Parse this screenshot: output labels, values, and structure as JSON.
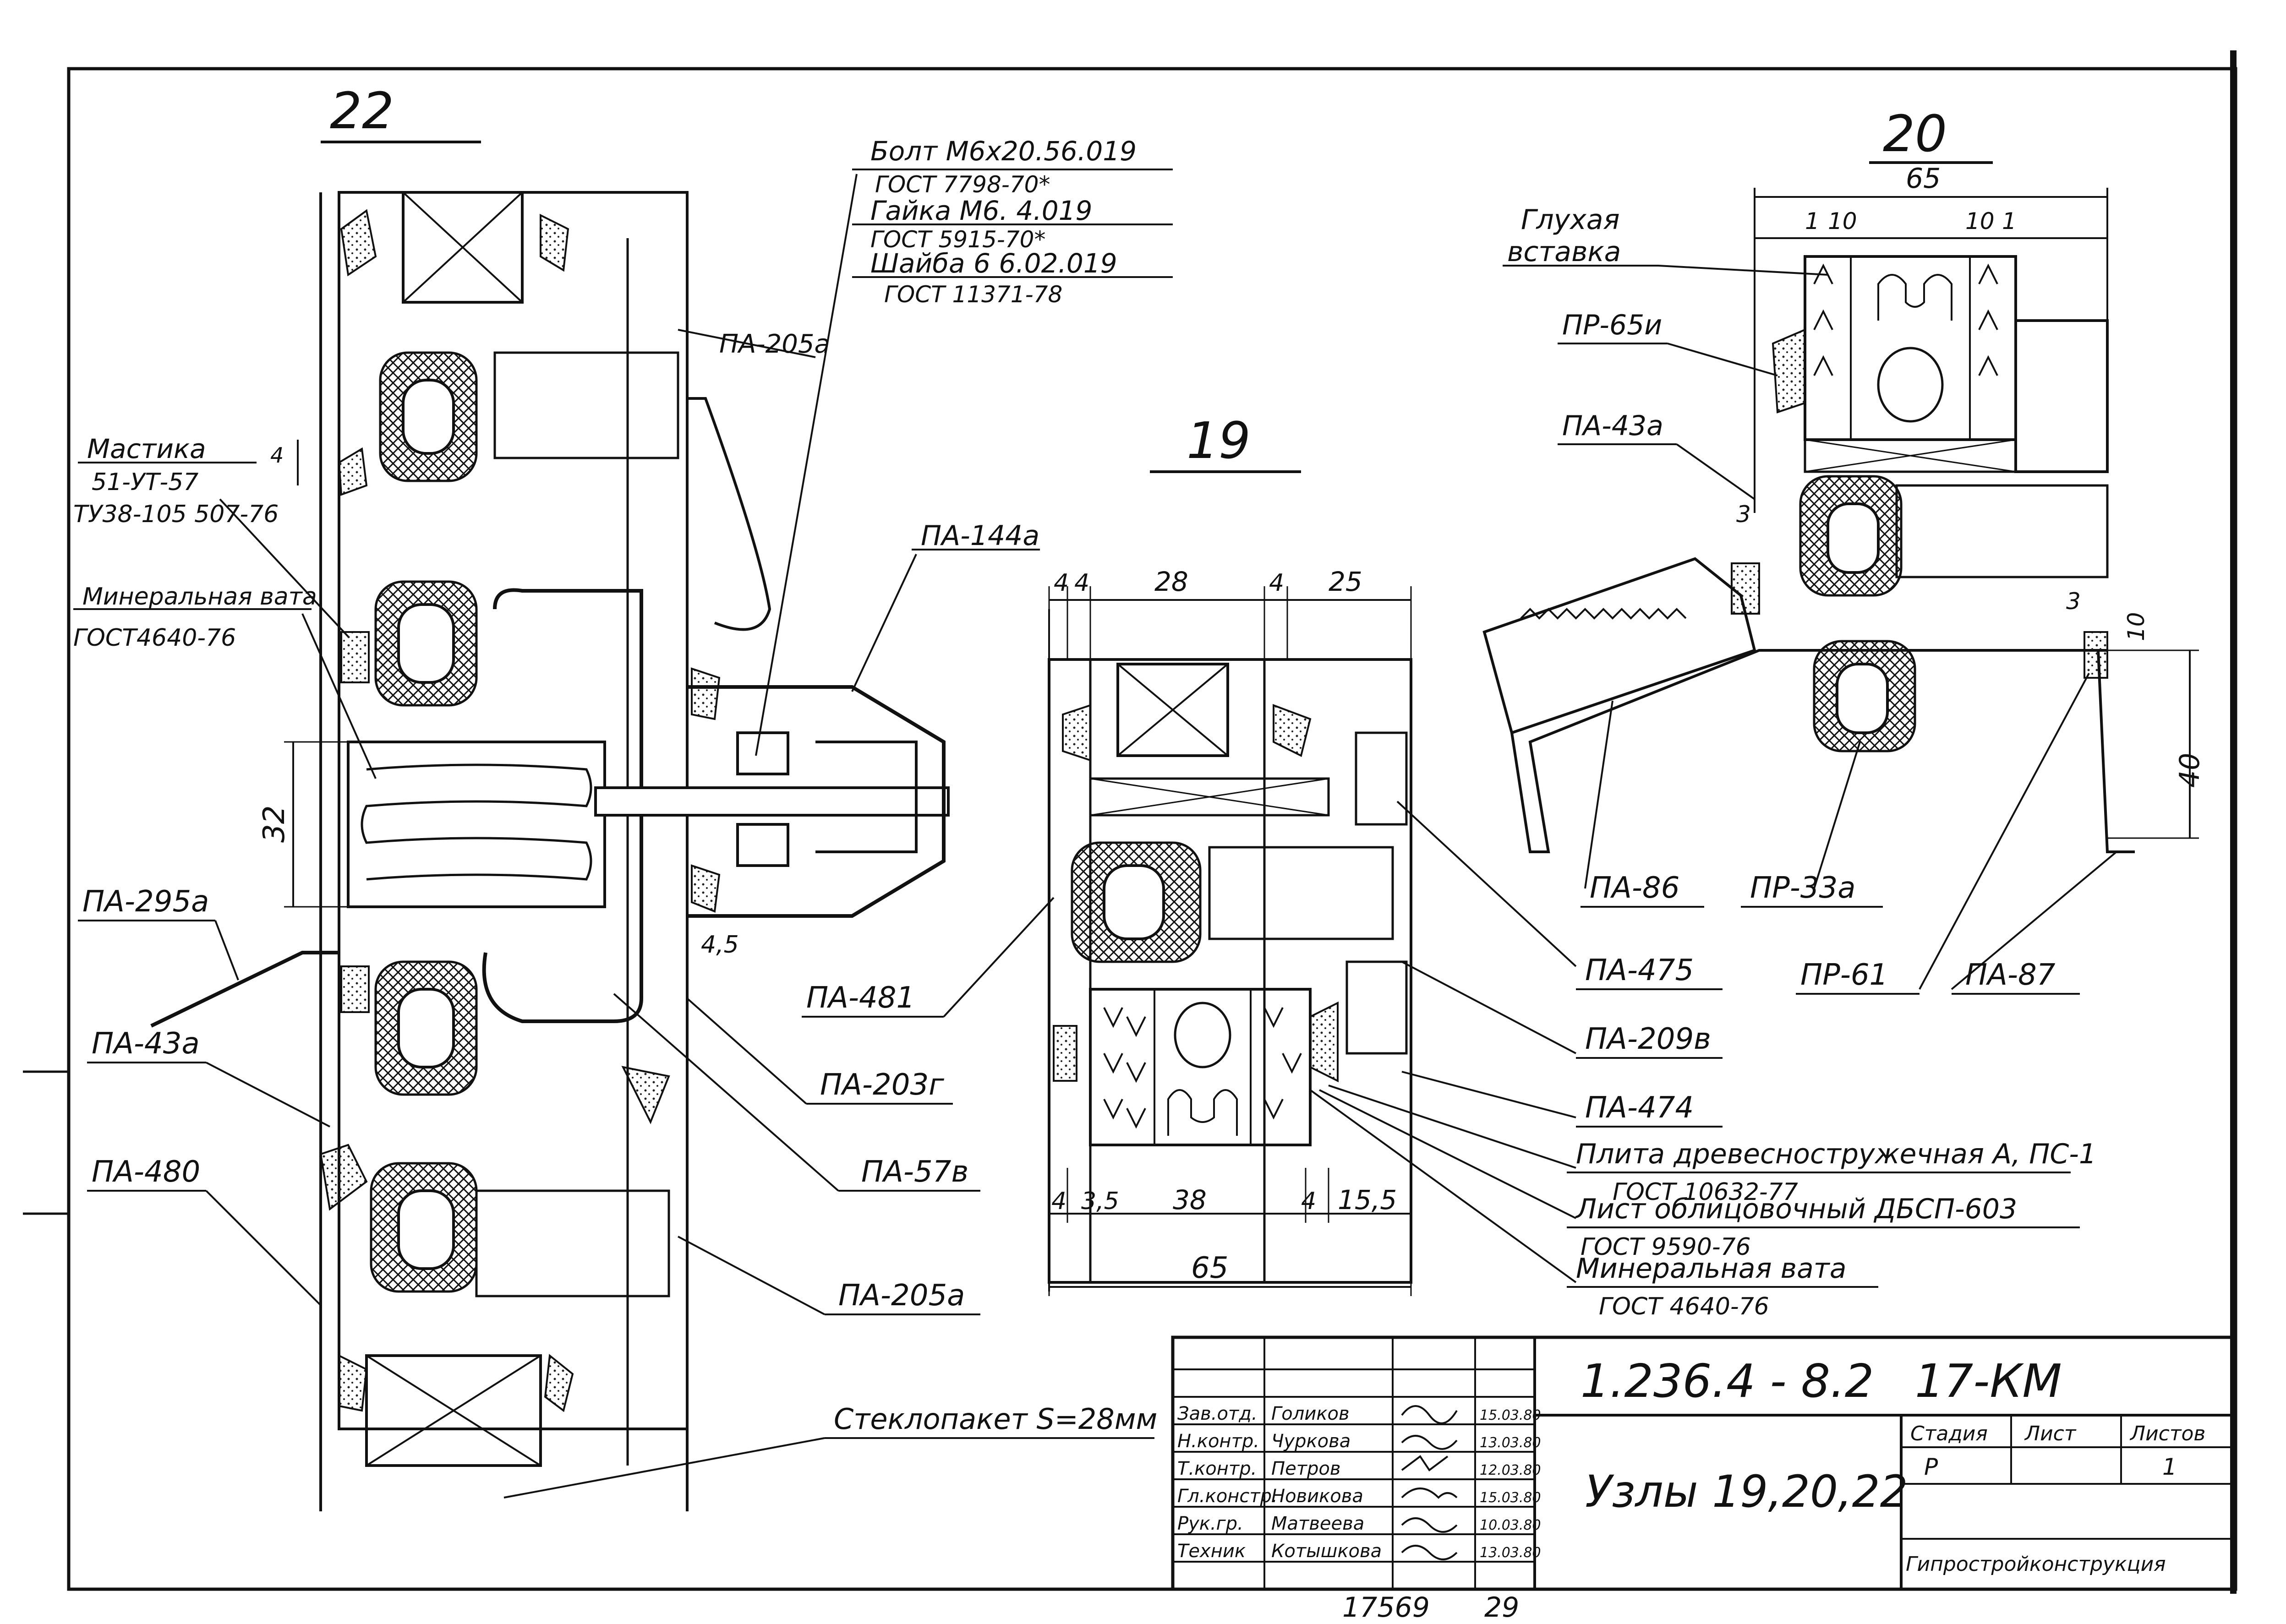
{
  "views": {
    "node22": "22",
    "node19": "19",
    "node20": "20"
  },
  "bolt_spec": [
    "Болт М6х20.56.019",
    "ГОСТ 7798-70*",
    "Гайка М6. 4.019",
    "ГОСТ 5915-70*",
    "Шайба 6 6.02.019",
    "ГОСТ 11371-78"
  ],
  "node22_labels": {
    "mastic": [
      "Мастика",
      "51-УТ-57",
      "ТУ38-105 507-76"
    ],
    "mineral_wool": [
      "Минеральная вата",
      "ГОСТ4640-76"
    ],
    "pa205a_top": "ПА-205а",
    "pa144a": "ПА-144а",
    "pa295a": "ПА-295а",
    "pa43a": "ПА-43а",
    "pa480": "ПА-480",
    "pa481": "ПА-481",
    "pa203g": "ПА-203г",
    "pa57v": "ПА-57в",
    "pa205a_bottom": "ПА-205а",
    "glass_unit": "Стеклопакет S=28мм",
    "dim_32": "32",
    "dim_45": "4,5",
    "dim_4": "4"
  },
  "node19_labels": {
    "dim_top": [
      "4",
      "4",
      "28",
      "4",
      "25"
    ],
    "dim_bottom": [
      "4",
      "3,5",
      "38",
      "4",
      "15,5"
    ],
    "dim_total": "65",
    "pa475": "ПА-475",
    "pa209v": "ПА-209в",
    "pa474": "ПА-474",
    "chipboard": [
      "Плита древесностружечная А, ПС-1",
      "ГОСТ 10632-77"
    ],
    "facing_sheet": [
      "Лист облицовочный ДБСП-603",
      "ГОСТ 9590-76"
    ],
    "mineral_wool": [
      "Минеральная вата",
      "ГОСТ 4640-76"
    ]
  },
  "node20_labels": {
    "dim_65": "65",
    "dim_top": [
      "1",
      "10",
      "10",
      "1"
    ],
    "blind_insert": [
      "Глухая",
      "вставка"
    ],
    "pr65i": "ПР-65и",
    "pa43a": "ПА-43а",
    "dim_3a": "3",
    "dim_3b": "3",
    "dim_10": "10",
    "dim_40": "40",
    "pa86": "ПА-86",
    "pr33a": "ПР-33а",
    "pr61": "ПР-61",
    "pa87": "ПА-87"
  },
  "title_block": {
    "code": "1.236.4 - 8.2",
    "sheet_code": "17-КМ",
    "title": "Узлы 19,20,22",
    "stage_header": "Стадия",
    "sheet_header": "Лист",
    "sheets_header": "Листов",
    "stage": "Р",
    "sheets": "1",
    "org": "Гипростройконструкция",
    "rows": [
      {
        "role": "Зав.отд.",
        "name": "Голиков",
        "date": "15.03.80"
      },
      {
        "role": "Н.контр.",
        "name": "Чуркова",
        "date": "13.03.80"
      },
      {
        "role": "Т.контр.",
        "name": "Петров",
        "date": "12.03.80"
      },
      {
        "role": "Гл.констр.",
        "name": "Новикова",
        "date": "15.03.80"
      },
      {
        "role": "Рук.гр.",
        "name": "Матвеева",
        "date": "10.03.80"
      },
      {
        "role": "Техник",
        "name": "Котышкова",
        "date": "13.03.80"
      }
    ],
    "archive_no": "17569",
    "page_no": "29"
  }
}
